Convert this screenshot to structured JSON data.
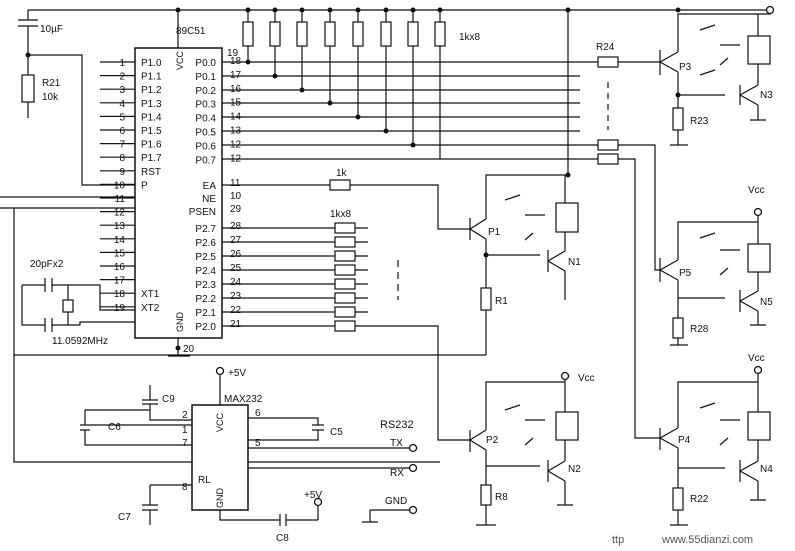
{
  "mcu": {
    "name": "89C51",
    "vcc": "VCC",
    "gnd": "GND",
    "left_pins": [
      {
        "num": "1",
        "name": "P1.0"
      },
      {
        "num": "2",
        "name": "P1.1"
      },
      {
        "num": "3",
        "name": "P1.2"
      },
      {
        "num": "4",
        "name": "P1.3"
      },
      {
        "num": "5",
        "name": "P1.4"
      },
      {
        "num": "6",
        "name": "P1.5"
      },
      {
        "num": "7",
        "name": "P1.6"
      },
      {
        "num": "8",
        "name": "P1.7"
      },
      {
        "num": "9",
        "name": "RST"
      },
      {
        "num": "10",
        "name": "P"
      },
      {
        "num": "11",
        "name": ""
      },
      {
        "num": "12",
        "name": ""
      },
      {
        "num": "13",
        "name": ""
      },
      {
        "num": "14",
        "name": ""
      },
      {
        "num": "15",
        "name": ""
      },
      {
        "num": "16",
        "name": ""
      },
      {
        "num": "17",
        "name": ""
      },
      {
        "num": "18",
        "name": "XT1"
      },
      {
        "num": "19",
        "name": "XT2"
      }
    ],
    "vcc_pin": "19",
    "right_pins_p0": [
      {
        "num": "18",
        "name": "P0.0"
      },
      {
        "num": "17",
        "name": "P0.1"
      },
      {
        "num": "16",
        "name": "P0.2"
      },
      {
        "num": "15",
        "name": "P0.3"
      },
      {
        "num": "14",
        "name": "P0.4"
      },
      {
        "num": "13",
        "name": "P0.5"
      },
      {
        "num": "12",
        "name": "P0.6"
      },
      {
        "num": "12",
        "name": "P0.7"
      }
    ],
    "right_pins_ctrl": [
      {
        "num": "11",
        "name": "EA"
      },
      {
        "num": "10",
        "name": "NE"
      },
      {
        "num": "29",
        "name": "PSEN"
      }
    ],
    "right_pins_p2": [
      {
        "num": "28",
        "name": "P2.7"
      },
      {
        "num": "27",
        "name": "P2.6"
      },
      {
        "num": "26",
        "name": "P2.5"
      },
      {
        "num": "25",
        "name": "P2.4"
      },
      {
        "num": "24",
        "name": "P2.3"
      },
      {
        "num": "23",
        "name": "P2.2"
      },
      {
        "num": "22",
        "name": "P2.1"
      },
      {
        "num": "21",
        "name": "P2.0"
      }
    ],
    "gnd_pin": "20"
  },
  "labels": {
    "cap_10uf": "10µF",
    "r21": "R21",
    "r21_val": "10k",
    "r_pack_top": "1kx8",
    "r_1k": "1k",
    "r_pack_mid": "1kx8",
    "r24": "R24",
    "r23": "R23",
    "r1": "R1",
    "r8": "R8",
    "r22": "R22",
    "r28": "R28",
    "p1": "P1",
    "p2": "P2",
    "p3": "P3",
    "p4": "P4",
    "p5": "P5",
    "n1": "N1",
    "n2": "N2",
    "n3": "N3",
    "n4": "N4",
    "n5": "N5",
    "vcc1": "Vcc",
    "vcc2": "Vcc",
    "vcc3": "Vcc",
    "crystal_caps": "20pFx2",
    "crystal": "11.0592MHz",
    "max232": "MAX232",
    "max_vcc": "VCC",
    "max_gnd": "GND",
    "max_rl": "RL",
    "plus5v_top": "+5V",
    "plus5v_bottom": "+5V",
    "c6": "C6",
    "c7": "C7",
    "c8": "C8",
    "c9": "C9",
    "c5": "C5",
    "rs232": "RS232",
    "tx": "TX",
    "rx": "RX",
    "gnd": "GND",
    "max_pins": {
      "p2": "2",
      "p1": "1",
      "p7": "7",
      "p6": "6",
      "p5": "5",
      "p8": "8"
    },
    "watermark": "www.55dianzi.com",
    "watermark_prefix": "ttp"
  }
}
